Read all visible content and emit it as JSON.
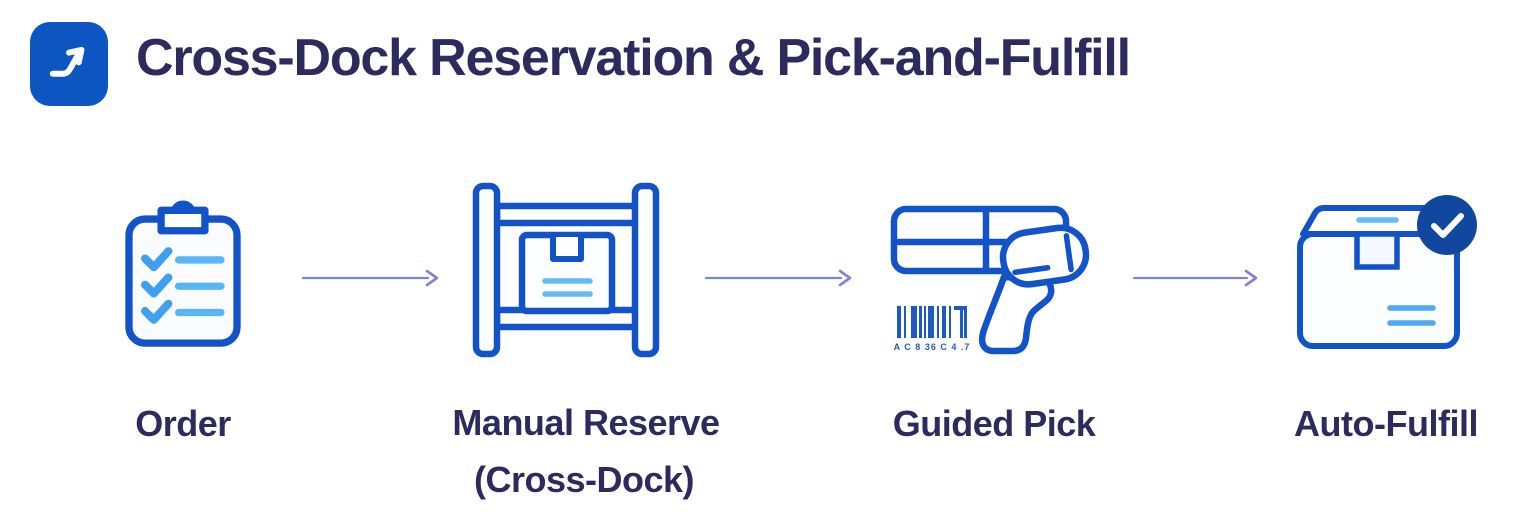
{
  "header": {
    "title": "Cross-Dock Reservation & Pick-and-Fulfill",
    "icon": "trend-up-arrow-icon"
  },
  "steps": [
    {
      "label": "Order",
      "sublabel": "",
      "icon": "clipboard-checklist-icon"
    },
    {
      "label": "Manual Reserve",
      "sublabel": "(Cross-Dock)",
      "icon": "storage-rack-box-icon"
    },
    {
      "label": "Guided Pick",
      "sublabel": "",
      "icon": "barcode-scanner-icon"
    },
    {
      "label": "Auto-Fulfill",
      "sublabel": "",
      "icon": "sealed-box-check-icon"
    }
  ],
  "scanner": {
    "barcode_text": "A C 8 36 C 4 .7"
  },
  "colors": {
    "background": "#ffffff",
    "title_text": "#2d2b5e",
    "label_text": "#2d2b5e",
    "icon_stroke_blue": "#1254c8",
    "icon_fill": "#fbfcff",
    "accent_light_blue": "#4fa8f2",
    "accent_lighter_blue": "#63bbf7",
    "header_icon_bg": "#0d55c0",
    "badge_blue": "#11479e",
    "arrow_connector": "#7d85d2"
  }
}
